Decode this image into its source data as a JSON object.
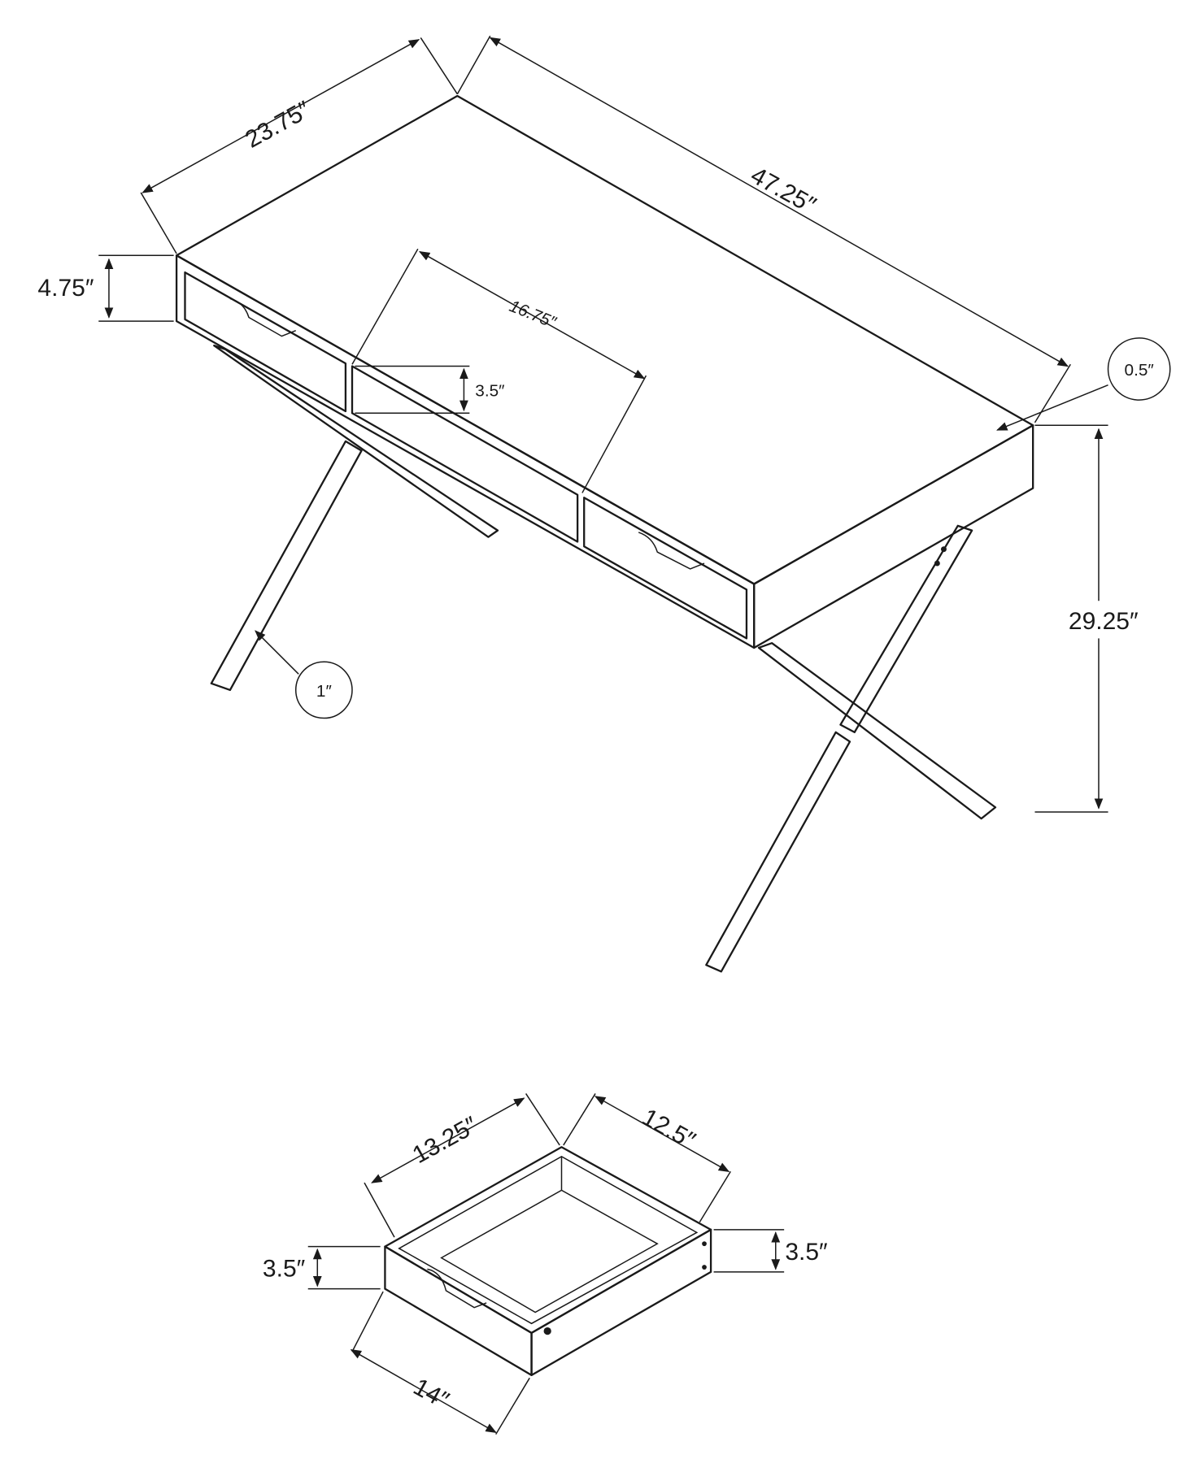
{
  "diagram": {
    "desk": {
      "depth": "23.75″",
      "width": "47.25″",
      "apron_height": "4.75″",
      "opening_width": "16.75″",
      "opening_height": "3.5″",
      "top_thickness": "0.5″",
      "overall_height": "29.25″",
      "leg_width": "1″"
    },
    "drawer": {
      "width": "13.25″",
      "depth": "12.5″",
      "front_height": "3.5″",
      "side_height": "3.5″",
      "front_width": "14″"
    }
  }
}
